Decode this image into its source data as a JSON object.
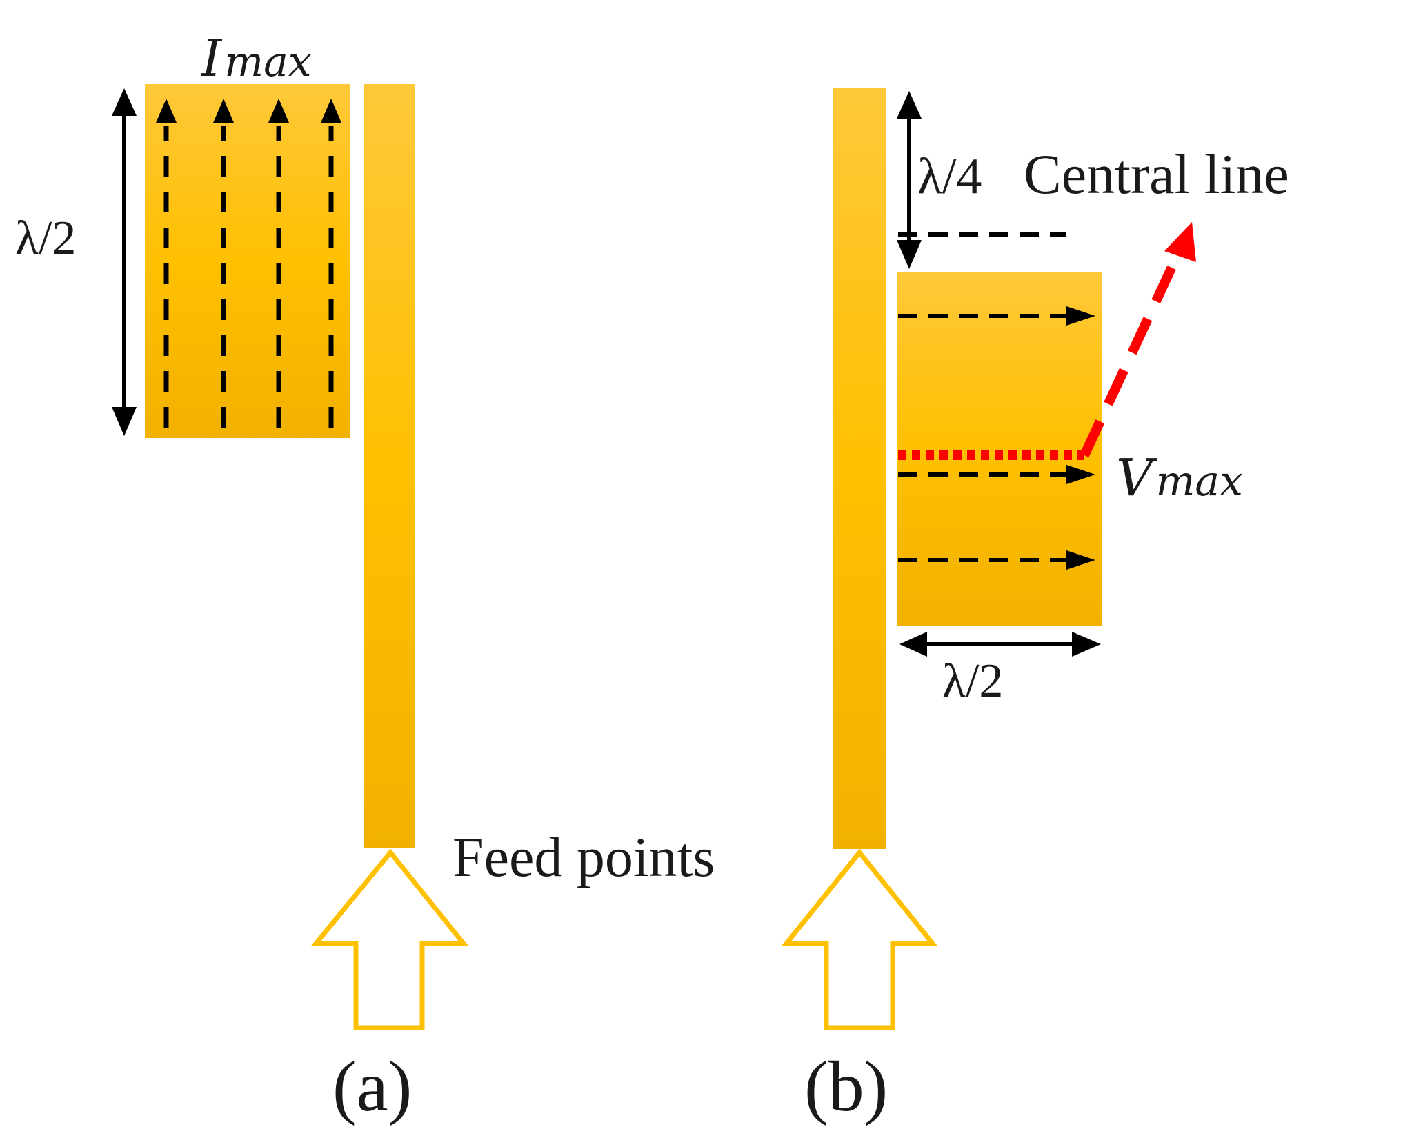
{
  "labels": {
    "i_max_main": "I",
    "i_max_sub": "max",
    "lambda_half_a": "λ/2",
    "lambda_quarter": "λ/4",
    "central_line": "Central line",
    "v_max_main": "V",
    "v_max_sub": "max",
    "lambda_half_b": "λ/2",
    "feed_points": "Feed points",
    "panel_a": "(a)",
    "panel_b": "(b)"
  },
  "colors": {
    "patch_fill_top": "#FFC62E",
    "patch_fill_mid": "#FFC000",
    "patch_fill_bottom": "#F2B000",
    "feed_arrow_stroke": "#FFC000",
    "current_arrows": "#000000",
    "central_line": "#FF0000"
  }
}
